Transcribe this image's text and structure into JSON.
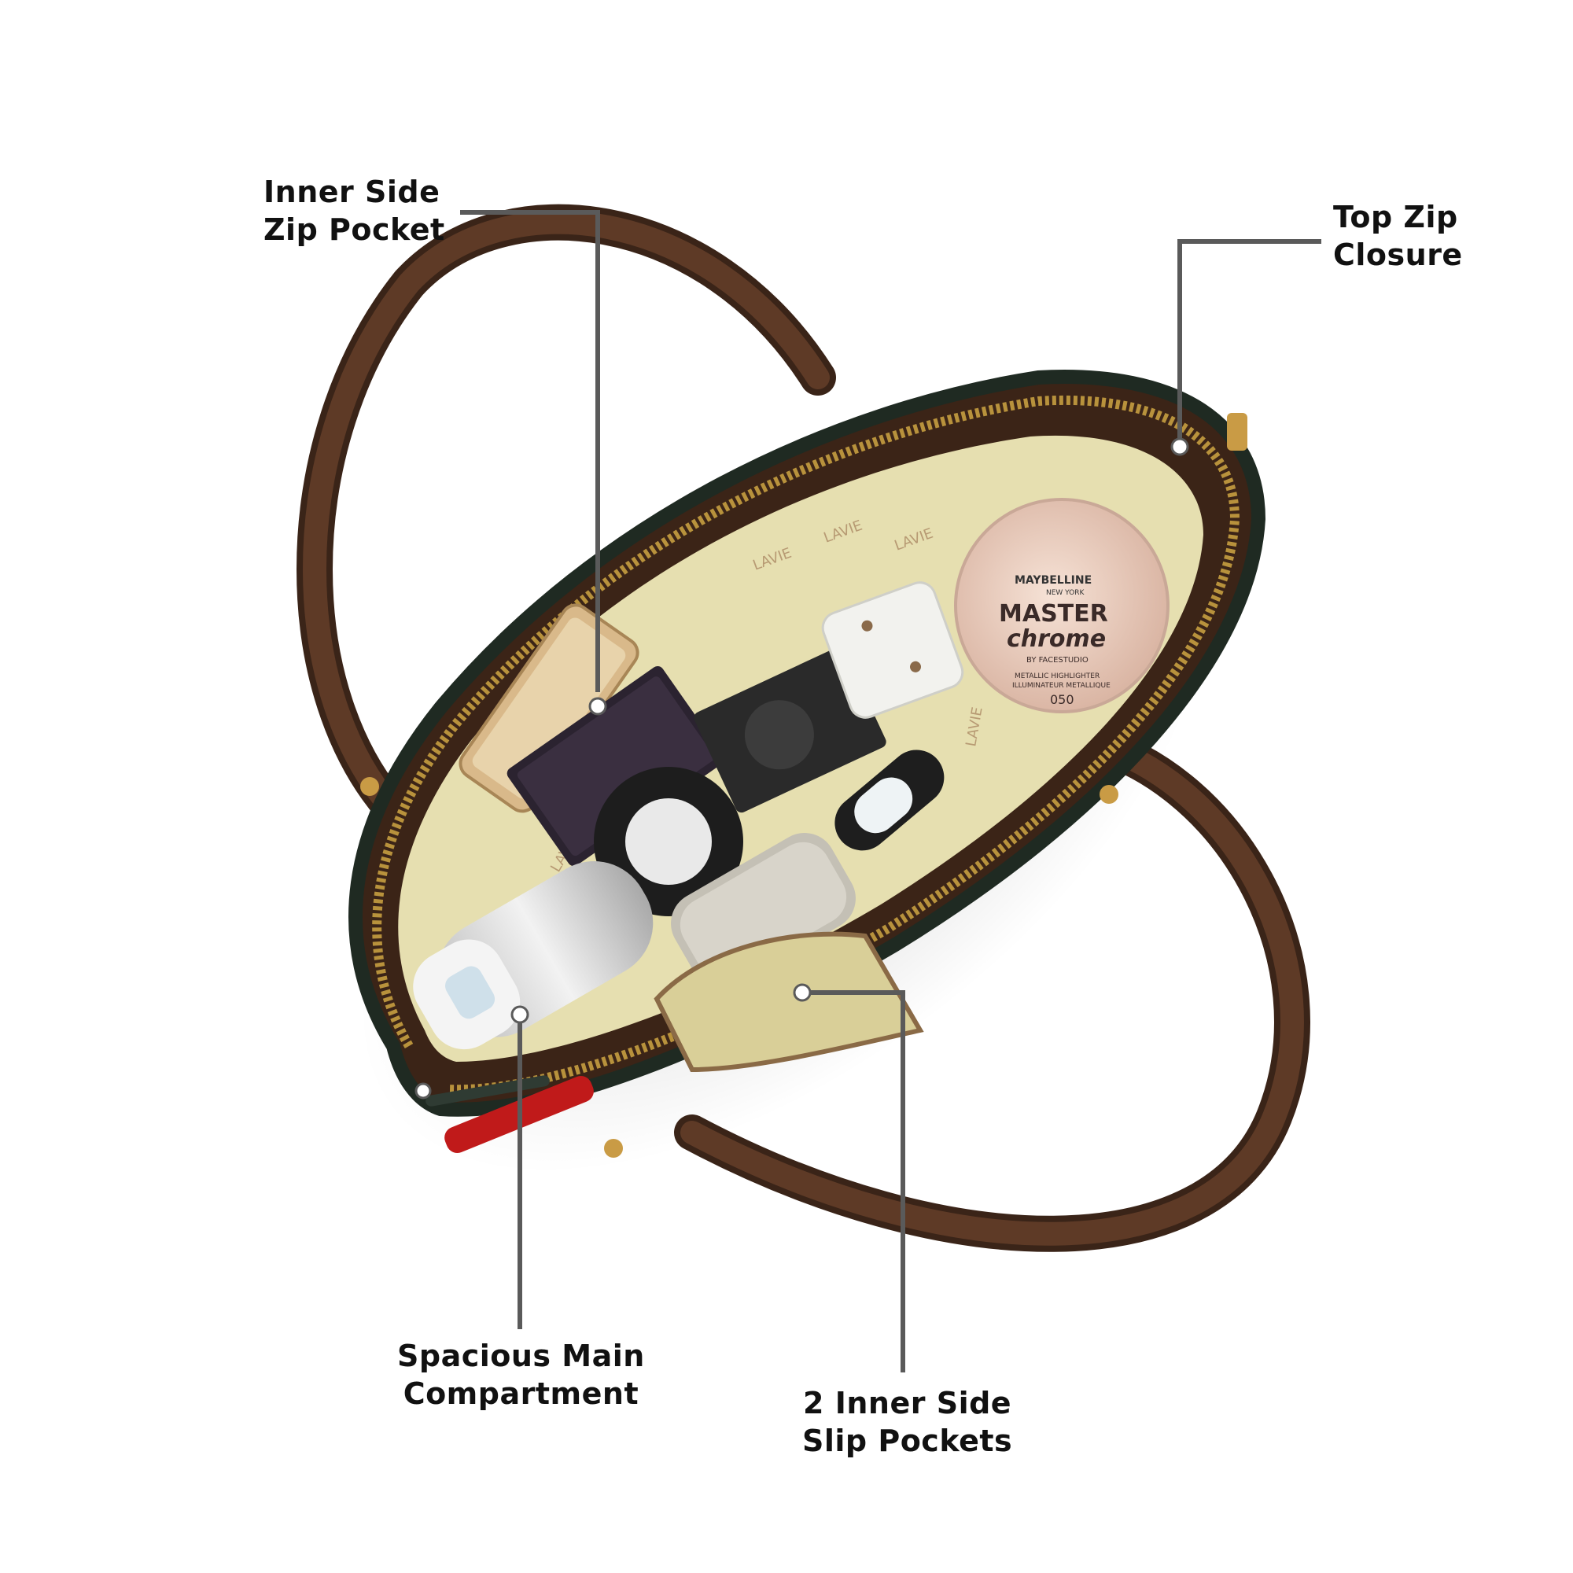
{
  "callouts": {
    "inner_side_zip_pocket": "Inner Side\nZip Pocket",
    "top_zip_closure": "Top Zip\nClosure",
    "spacious_main_compartment": "Spacious Main\nCompartment",
    "inner_side_slip_pockets": "2 Inner Side\nSlip Pockets"
  },
  "product_text": {
    "brand_lining": "LAVIE",
    "compact_brand": "MAYBELLINE",
    "compact_sub": "NEW YORK",
    "compact_line1": "MASTER",
    "compact_line2": "chrome",
    "compact_by": "BY FACESTUDIO",
    "compact_desc1": "METALLIC HIGHLIGHTER",
    "compact_desc2": "ILLUMINATEUR METALLIQUE",
    "compact_shade": "050"
  },
  "colors": {
    "leader_line": "#5a5a5a",
    "bag_brown": "#4a2a1a",
    "lining": "#e6dfb0",
    "zip_gold": "#b8923c"
  }
}
